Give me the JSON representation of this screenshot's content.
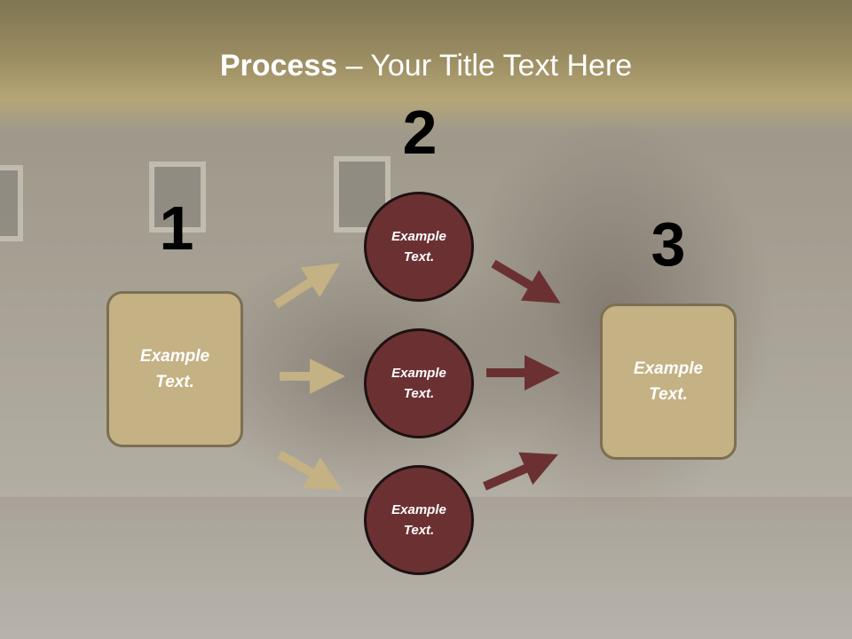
{
  "slide": {
    "title_bold": "Process",
    "title_rest": " – Your Title Text Here"
  },
  "steps": [
    {
      "number": "1",
      "text_line1": "Example",
      "text_line2": "Text."
    },
    {
      "number": "2"
    },
    {
      "number": "3",
      "text_line1": "Example",
      "text_line2": "Text."
    }
  ],
  "circles": [
    {
      "text_line1": "Example",
      "text_line2": "Text."
    },
    {
      "text_line1": "Example",
      "text_line2": "Text."
    },
    {
      "text_line1": "Example",
      "text_line2": "Text."
    }
  ],
  "colors": {
    "header": "#9c8e63",
    "box_fill": "#c4b184",
    "circle_fill": "#6b3132",
    "arrow_left": "#c4b184",
    "arrow_right": "#6b3132"
  }
}
